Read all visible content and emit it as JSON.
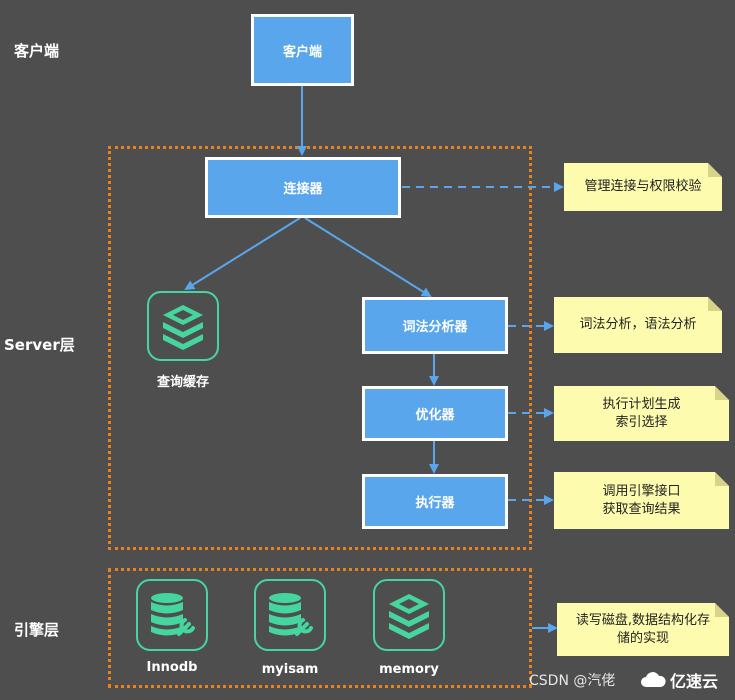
{
  "layers": {
    "client": "客户端",
    "server": "Server层",
    "engine": "引擎层"
  },
  "boxes": {
    "client": "客户端",
    "connector": "连接器",
    "lexer": "词法分析器",
    "optimizer": "优化器",
    "executor": "执行器"
  },
  "cache": {
    "label": "查询缓存"
  },
  "notes": {
    "connector": [
      "管理连接与权限校验"
    ],
    "lexer": [
      "词法分析，语法分析"
    ],
    "optimizer": [
      "执行计划生成",
      "索引选择"
    ],
    "executor": [
      "调用引擎接口",
      "获取查询结果"
    ],
    "engine": [
      "读写磁盘,数据结构化存",
      "储的实现"
    ]
  },
  "engines": [
    {
      "label": "Innodb",
      "icon": "database-wrench-icon"
    },
    {
      "label": "myisam",
      "icon": "database-wrench-icon"
    },
    {
      "label": "memory",
      "icon": "stack-layers-icon"
    }
  ],
  "watermark": "CSDN @汽佬",
  "logo": "亿速云",
  "colors": {
    "box": "#5aa6ec",
    "note": "#fdfbad",
    "dashed": "#e8821e",
    "icon": "#45d6a0",
    "arrow": "#5aa6ec"
  }
}
